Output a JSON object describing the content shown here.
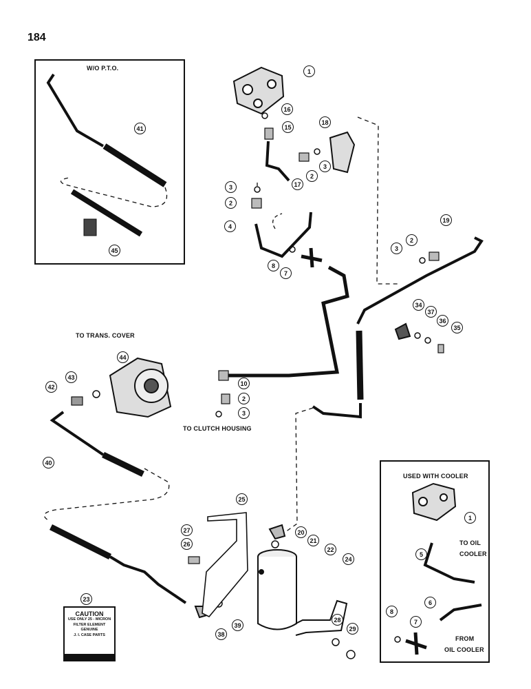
{
  "page_number": "184",
  "labels": {
    "wo_pto": "W/O P.T.O.",
    "to_trans_cover": "TO TRANS. COVER",
    "to_clutch_housing": "TO CLUTCH HOUSING",
    "used_with_cooler": "USED WITH COOLER",
    "to_oil": "TO OIL",
    "cooler": "COOLER",
    "from": "FROM",
    "oil_cooler": "OIL COOLER"
  },
  "caution": {
    "title": "CAUTION",
    "line1": "USE ONLY 25 - MICRON",
    "line2": "FILTER ELEMENT",
    "line3": "GENUINE",
    "line4": "J. I. CASE PARTS"
  },
  "callouts": [
    "1",
    "16",
    "15",
    "18",
    "2",
    "3",
    "17",
    "3",
    "2",
    "4",
    "8",
    "7",
    "19",
    "2",
    "3",
    "41",
    "45",
    "34",
    "37",
    "36",
    "35",
    "44",
    "43",
    "42",
    "10",
    "2",
    "3",
    "40",
    "25",
    "27",
    "26",
    "20",
    "21",
    "22",
    "24",
    "23",
    "38",
    "39",
    "28",
    "29",
    "1",
    "5",
    "6",
    "8",
    "7"
  ],
  "colors": {
    "ink": "#111111",
    "paper": "#ffffff"
  }
}
